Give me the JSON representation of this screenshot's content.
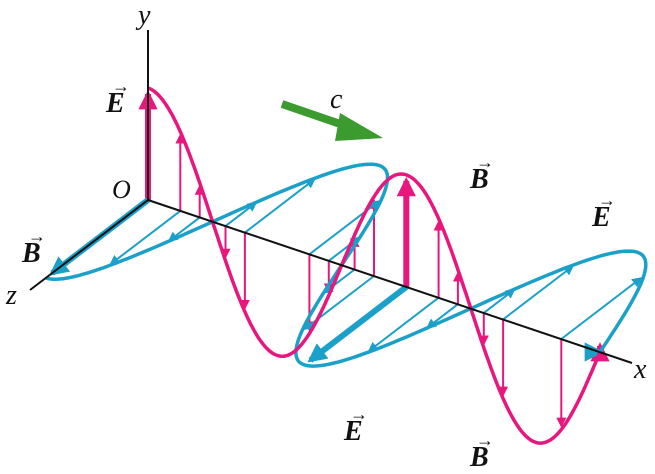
{
  "axes": {
    "x_label": "x",
    "y_label": "y",
    "z_label": "z",
    "origin_label": "O"
  },
  "wave_speed_label": "c",
  "field_labels": {
    "E": "E",
    "B": "B"
  },
  "colors": {
    "electric": "#e8177d",
    "magnetic": "#1ba0c9",
    "velocity": "#3c9b2f",
    "axis": "#111111"
  }
}
